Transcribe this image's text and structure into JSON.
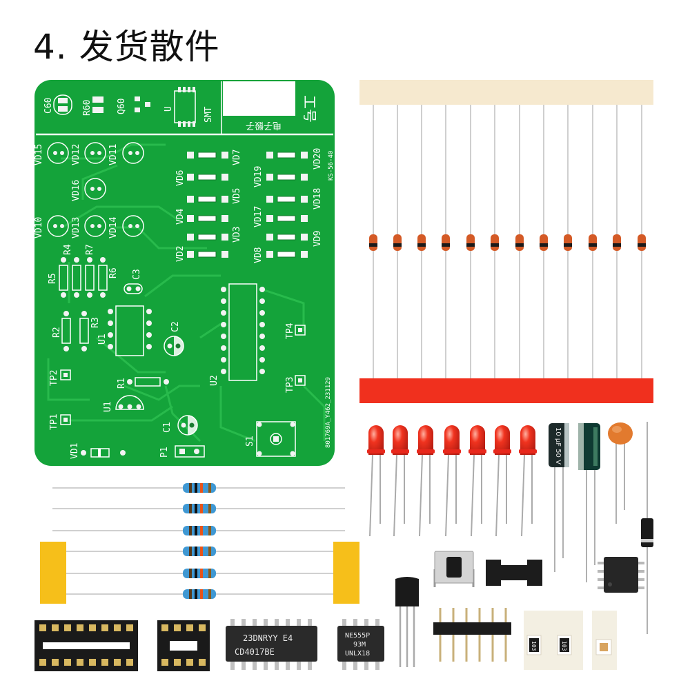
{
  "title": "4. 发货散件",
  "pcb": {
    "header_labels": {
      "c60": "C60",
      "r60": "R60",
      "q60": "Q60",
      "u": "U",
      "smt": "SMT",
      "brand": "电子骰子",
      "model": "工号"
    },
    "board_id": "801769A_Y462_231129",
    "code": "KS-56-40",
    "designators": {
      "vd15": "VD15",
      "vd12": "VD12",
      "vd11": "VD11",
      "vd16": "VD16",
      "vd10": "VD10",
      "vd13": "VD13",
      "vd14": "VD14",
      "vd6": "VD6",
      "vd7": "VD7",
      "vd5": "VD5",
      "vd4": "VD4",
      "vd3": "VD3",
      "vd2": "VD2",
      "vd19": "VD19",
      "vd20": "VD20",
      "vd18": "VD18",
      "vd17": "VD17",
      "vd9": "VD9",
      "vd8": "VD8",
      "r4": "R4",
      "r7": "R7",
      "r5": "R5",
      "r6": "R6",
      "c3": "C3",
      "r2": "R2",
      "r3": "R3",
      "u1a": "U1",
      "c2": "C2",
      "tp4": "TP4",
      "tp2": "TP2",
      "r1": "R1",
      "u2": "U2",
      "tp3": "TP3",
      "u1b": "U1",
      "tp1": "TP1",
      "c1": "C1",
      "s1": "S1",
      "vd1": "VD1",
      "p1": "P1"
    }
  },
  "parts": {
    "electrolytic_cap_text": "10 μF 50 V",
    "counter_chip_top": "23DNRYY E4",
    "counter_chip_bottom": "CD4017BE",
    "timer_chip_top": "NE555P",
    "timer_chip_mid": "93M",
    "timer_chip_bottom": "UNLX18",
    "smd_resistor_code": "103"
  },
  "colors": {
    "pcb_green": "#14a33a",
    "led_red": "#e8281c",
    "tape_red": "#f0301e",
    "tape_beige": "#f6e9cf",
    "tape_yellow": "#f6bf1a",
    "resistor_blue": "#3f98d3",
    "cap_orange": "#e27a2e"
  }
}
